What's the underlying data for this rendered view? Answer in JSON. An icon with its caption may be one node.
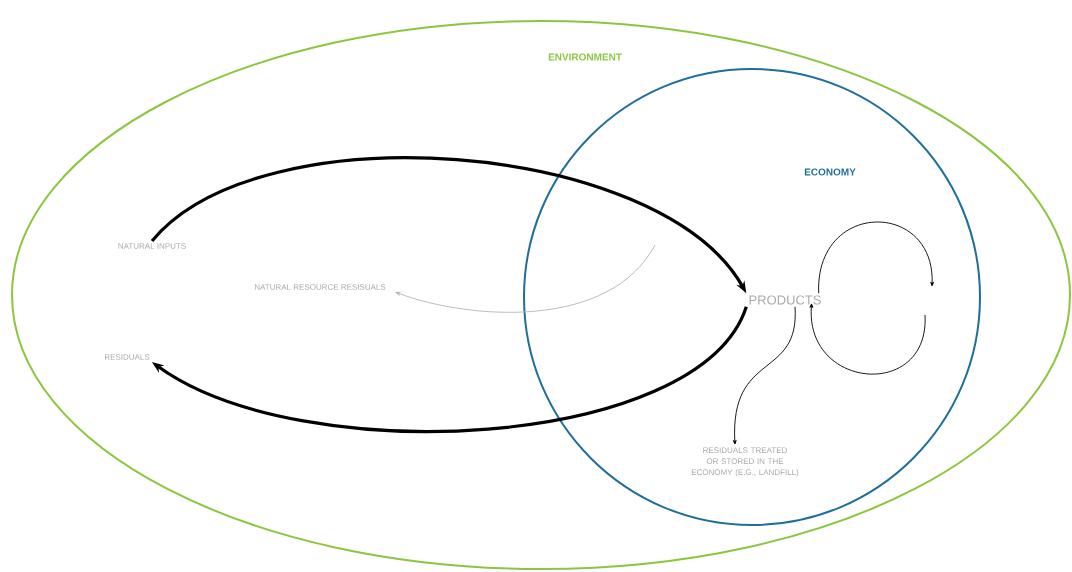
{
  "diagram": {
    "nodes": [
      {
        "text": [
          "ENVIRONMENT"
        ]
      },
      {
        "text": [
          "ECONOMY"
        ],
        "in": 0
      },
      {
        "text": [
          "NATURAL INPUTS"
        ],
        "in": 0
      },
      {
        "text": [
          "NATURAL RESOURCE RESISUALS"
        ],
        "in": 0
      },
      {
        "text": [
          "RESIDUALS"
        ],
        "in": 0
      },
      {
        "text": [
          "PRODUCTS"
        ],
        "in": 1
      },
      {
        "text": [
          "RESIDUALS TREATED OR STORED IN THE ECONOMY (E.G., LANDFILL)"
        ],
        "in": 1
      }
    ],
    "edges": [
      {
        "from": 2,
        "to": 5,
        "arrow": "to",
        "style": "thick"
      },
      {
        "from": null,
        "to": 3,
        "arrow": "to",
        "color": "#b5b5b5"
      },
      {
        "from": 5,
        "to": 4,
        "arrow": "to",
        "style": "thick"
      },
      {
        "from": 5,
        "to": 6,
        "arrow": "to"
      },
      {
        "from": 5,
        "to": null,
        "arrow": "to"
      },
      {
        "from": null,
        "to": 5,
        "arrow": "to"
      }
    ]
  }
}
